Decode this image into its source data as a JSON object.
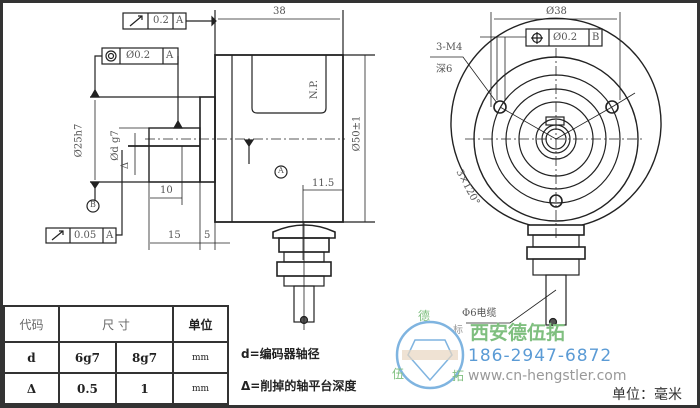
{
  "drawing": {
    "side_view": {
      "tol_runout_top": {
        "symbol": "runout-icon",
        "value": "0.2",
        "datum": "A"
      },
      "tol_concentricity": {
        "symbol": "concentricity-icon",
        "value": "Ø0.2",
        "datum": "A"
      },
      "tol_runout_bottom": {
        "symbol": "runout-icon",
        "value": "0.05",
        "datum": "A"
      },
      "dim_length": "38",
      "dim_flange_dia": "Ø25h7",
      "dim_shaft": "Ød g7",
      "dim_delta": "Δ",
      "dim_flat": "10",
      "dim_shaft_len": "15",
      "dim_flange_thk": "5",
      "dim_body_dia": "Ø50±1",
      "dim_connector": "11.5",
      "label_np": "N.P.",
      "datum_a": "A",
      "datum_b": "B"
    },
    "front_view": {
      "dim_bolt_circle": "Ø38",
      "tol_position": {
        "symbol": "position-icon",
        "value": "Ø0.2",
        "datum": "B"
      },
      "thread": "3-M4",
      "depth": "深6",
      "angle": "3×120°",
      "cable": "Φ6电缆",
      "cable_sub": "标"
    },
    "unit_label": "单位：毫米"
  },
  "table": {
    "headers": [
      "代码",
      "尺 寸",
      "单位"
    ],
    "rows": [
      {
        "code": "d",
        "v1": "6g7",
        "v2": "8g7",
        "unit": "mm"
      },
      {
        "code": "Δ",
        "v1": "0.5",
        "v2": "1",
        "unit": "mm"
      }
    ]
  },
  "notes": [
    "d=编码器轴径",
    "Δ=削掉的轴平台深度"
  ],
  "watermark": {
    "company": "西安德伍拓",
    "phone": "186-2947-6872",
    "website": "www.cn-hengstler.com",
    "logo_chars": [
      "德",
      "伍",
      "拓"
    ],
    "colors": {
      "company": "#7fbf7f",
      "phone": "#5b9bd5",
      "website": "#999999"
    }
  }
}
